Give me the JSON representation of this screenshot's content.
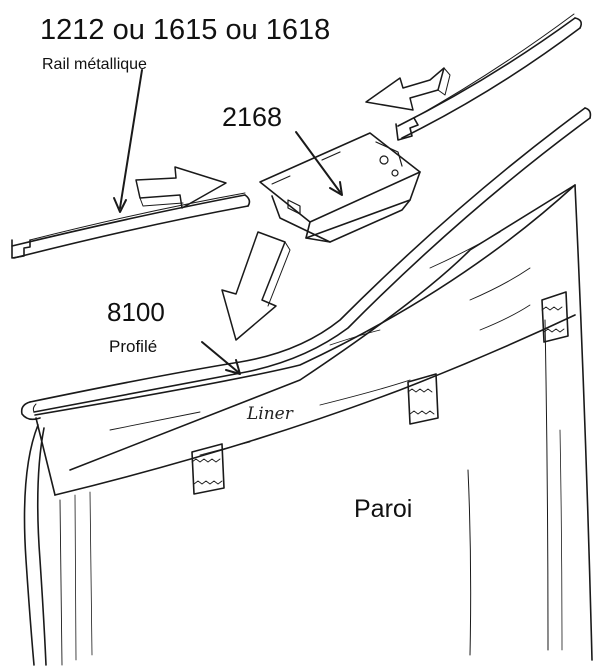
{
  "labels": {
    "rail_part_numbers": "1212 ou 1615 ou 1618",
    "rail_name": "Rail métallique",
    "bracket_part_number": "2168",
    "profile_part_number": "8100",
    "profile_name": "Profilé",
    "liner": "Liner",
    "wall": "Paroi"
  },
  "colors": {
    "line": "#1a1a1a",
    "background": "#ffffff"
  }
}
